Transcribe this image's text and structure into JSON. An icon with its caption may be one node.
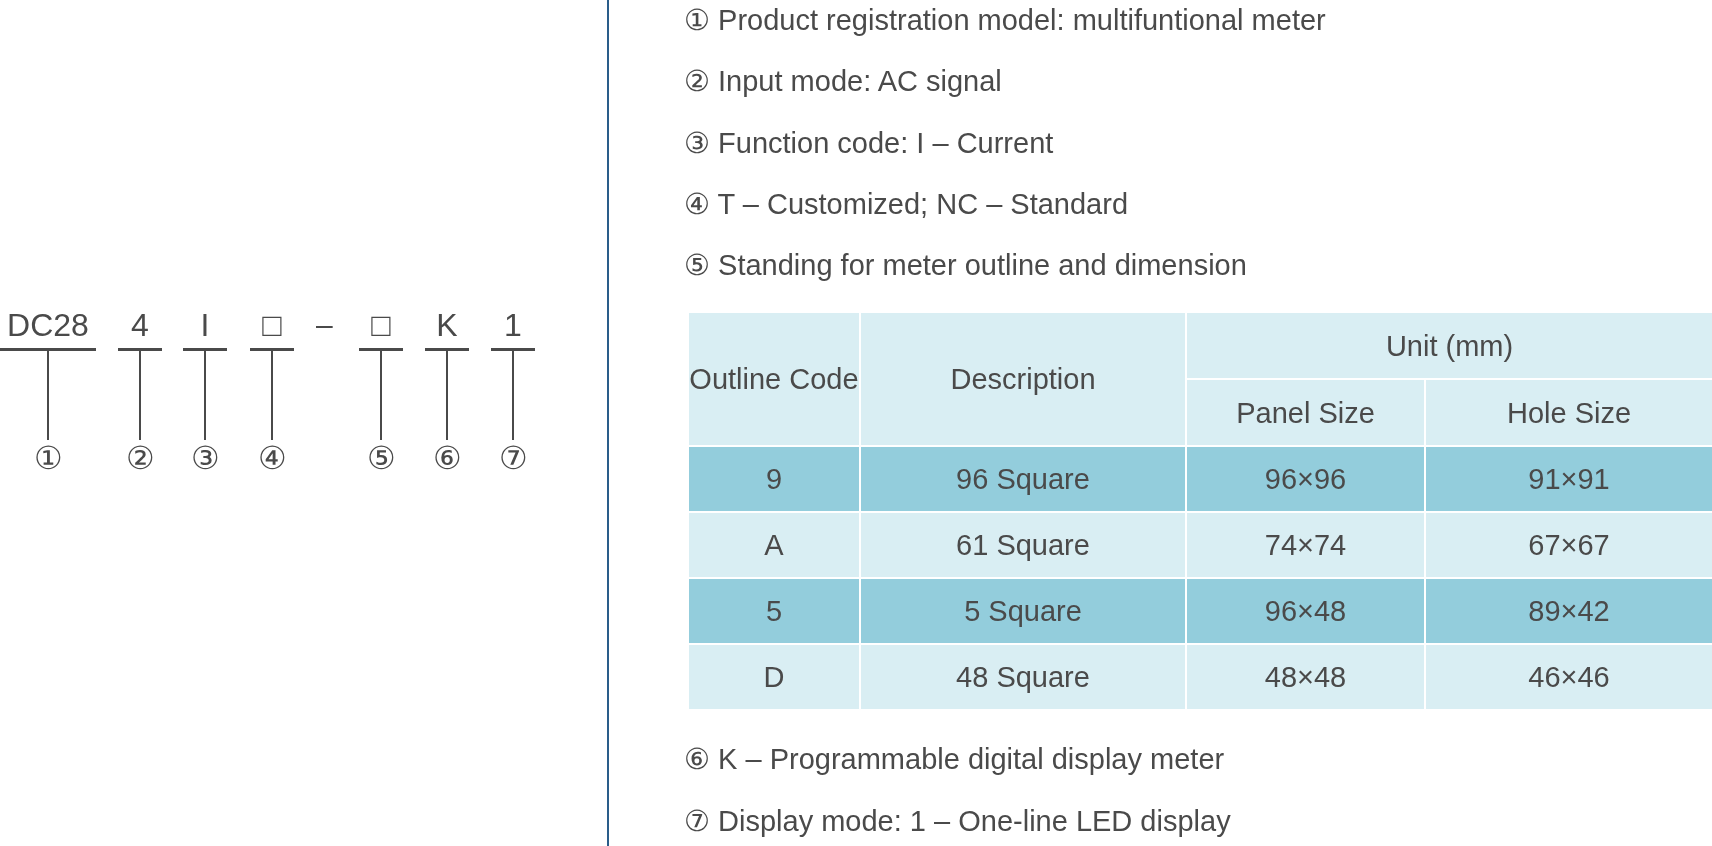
{
  "diagram": {
    "nodes": [
      {
        "text": [
          "DC28"
        ]
      },
      {
        "text": [
          "4"
        ]
      },
      {
        "text": [
          "I"
        ]
      },
      {
        "text": [
          "□"
        ]
      },
      {
        "text": [
          "□"
        ]
      },
      {
        "text": [
          "K"
        ]
      },
      {
        "text": [
          "1"
        ]
      },
      {
        "text": [
          "①"
        ]
      },
      {
        "text": [
          "②"
        ]
      },
      {
        "text": [
          "③"
        ]
      },
      {
        "text": [
          "④"
        ]
      },
      {
        "text": [
          "⑤"
        ]
      },
      {
        "text": [
          "⑥"
        ]
      },
      {
        "text": [
          "⑦"
        ]
      }
    ],
    "edges": [
      {
        "from": 0,
        "to": 7,
        "arrow": "none"
      },
      {
        "from": 1,
        "to": 8,
        "arrow": "none"
      },
      {
        "from": 2,
        "to": 9,
        "arrow": "none"
      },
      {
        "from": 3,
        "to": 10,
        "arrow": "none"
      },
      {
        "from": 4,
        "to": 11,
        "arrow": "none"
      },
      {
        "from": 5,
        "to": 12,
        "arrow": "none"
      },
      {
        "from": 6,
        "to": 13,
        "arrow": "none"
      }
    ],
    "labels": [
      "–",
      "① Product registration model: multifuntional meter",
      "② Input mode: AC signal",
      "③ Function code: I – Current",
      "④ T – Customized; NC – Standard",
      "⑤ Standing for meter outline and dimension",
      "Outline Code",
      "Description",
      "Unit (mm)",
      "Panel Size",
      "Hole Size",
      "9",
      "96 Square",
      "96×96",
      "91×91",
      "A",
      "61 Square",
      "74×74",
      "67×67",
      "5",
      "5 Square",
      "96×48",
      "89×42",
      "D",
      "48 Square",
      "48×48",
      "46×46",
      "⑥ K – Programmable digital display meter",
      "⑦ Display mode: 1 – One-line LED display"
    ]
  }
}
